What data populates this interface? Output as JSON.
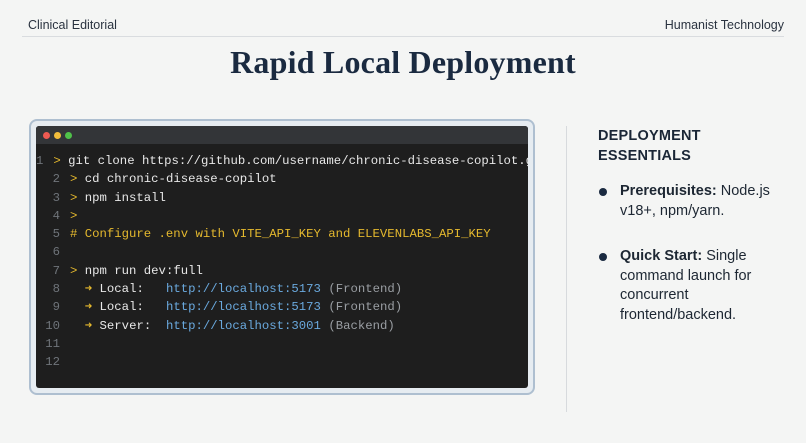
{
  "header": {
    "left": "Clinical Editorial",
    "right": "Humanist Technology"
  },
  "title": "Rapid Local Deployment",
  "terminal": {
    "lines": [
      {
        "n": "1",
        "prompt": "> ",
        "cmd": "git clone https://github.com/username/chronic-disease-copilot.git"
      },
      {
        "n": "2",
        "prompt": "> ",
        "cmd": "cd chronic-disease-copilot"
      },
      {
        "n": "3",
        "prompt": "> ",
        "cmd": "npm install"
      },
      {
        "n": "4",
        "prompt": "> ",
        "cmd": ""
      },
      {
        "n": "5",
        "comment": "# Configure .env with VITE_API_KEY and ELEVENLABS_API_KEY"
      },
      {
        "n": "6"
      },
      {
        "n": "7",
        "prompt": "> ",
        "cmd": "npm run dev:full"
      },
      {
        "n": "8",
        "arrow": "  ➜ ",
        "label": "Local:   ",
        "url": "http://localhost:5173",
        "note": " (Frontend)"
      },
      {
        "n": "9",
        "arrow": "  ➜ ",
        "label": "Local:   ",
        "url": "http://localhost:5173",
        "note": " (Frontend)"
      },
      {
        "n": "10",
        "arrow": "  ➜ ",
        "label": "Server:  ",
        "url": "http://localhost:3001",
        "note": " (Backend)"
      },
      {
        "n": "11"
      },
      {
        "n": "12"
      }
    ]
  },
  "sidebar": {
    "heading_line1": "DEPLOYMENT",
    "heading_line2": "ESSENTIALS",
    "bullets": [
      {
        "label": "Prerequisites:",
        "text": " Node.js v18+, npm/yarn."
      },
      {
        "label": "Quick Start:",
        "text": " Single command launch for concurrent frontend/backend."
      }
    ]
  }
}
